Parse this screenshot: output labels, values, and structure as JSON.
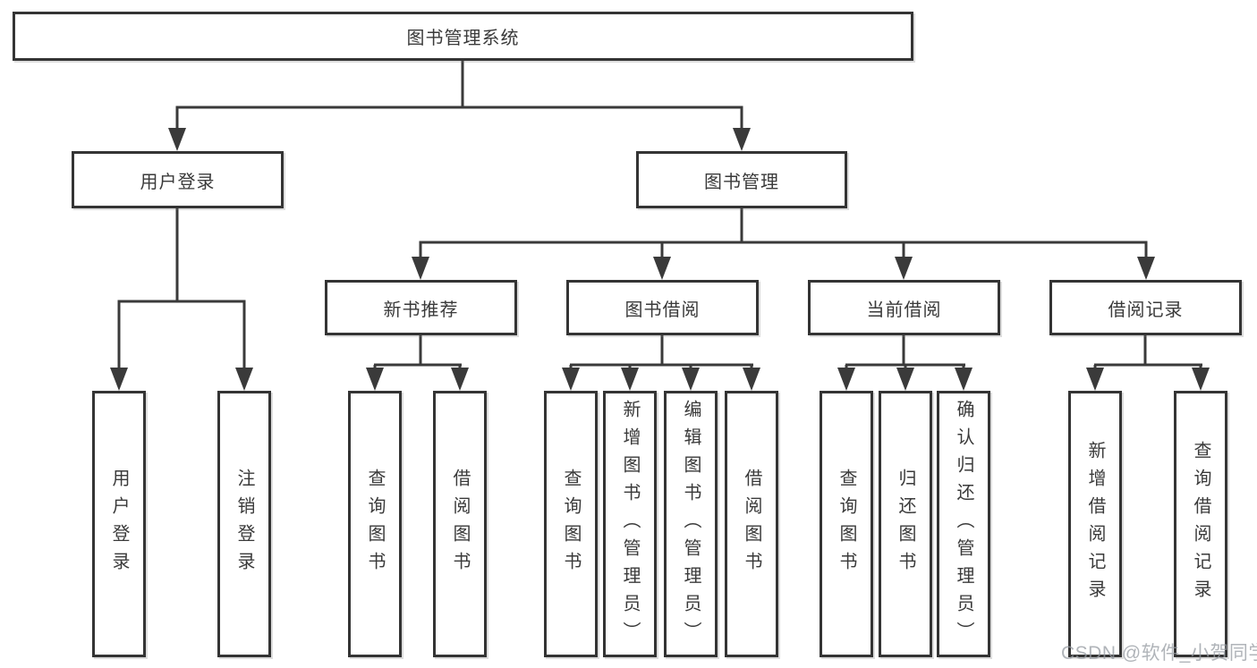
{
  "diagram_type": "hierarchy-tree",
  "colors": {
    "line": "#3a3a3a",
    "box_border": "#343434",
    "box_fill": "#ffffff",
    "text": "#3a3a3a",
    "watermark": "#9aa0a8"
  },
  "tree": {
    "label": "图书管理系统",
    "children": [
      {
        "label": "用户登录",
        "children": [
          {
            "label": "用户登录"
          },
          {
            "label": "注销登录"
          }
        ]
      },
      {
        "label": "图书管理",
        "children": [
          {
            "label": "新书推荐",
            "children": [
              {
                "label": "查询图书"
              },
              {
                "label": "借阅图书"
              }
            ]
          },
          {
            "label": "图书借阅",
            "children": [
              {
                "label": "查询图书"
              },
              {
                "label": "新增图书（管理员）"
              },
              {
                "label": "编辑图书（管理员）"
              },
              {
                "label": "借阅图书"
              }
            ]
          },
          {
            "label": "当前借阅",
            "children": [
              {
                "label": "查询图书"
              },
              {
                "label": "归还图书"
              },
              {
                "label": "确认归还（管理员）"
              }
            ]
          },
          {
            "label": "借阅记录",
            "children": [
              {
                "label": "新增借阅记录"
              },
              {
                "label": "查询借阅记录"
              }
            ]
          }
        ]
      }
    ]
  },
  "watermark": {
    "text": "CSDN @软件_小贺同学"
  }
}
